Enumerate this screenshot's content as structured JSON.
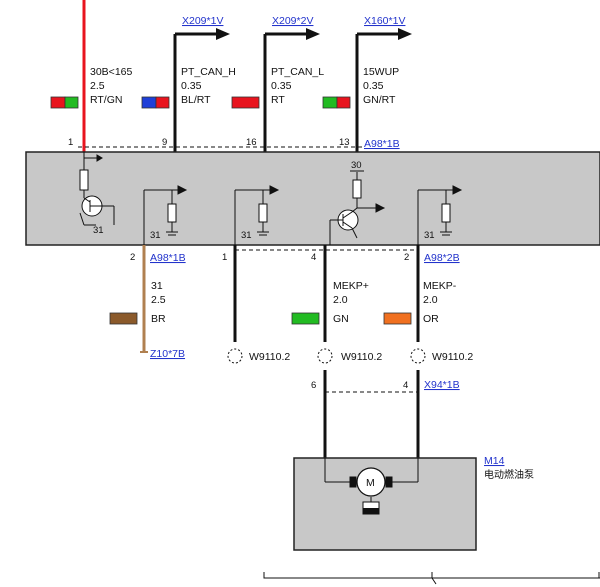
{
  "colors": {
    "module_fill": "#c8c8c8",
    "wire_red": "#e8141e",
    "wire_black": "#111111",
    "wire_brown": "#b08050",
    "link": "#2233cc",
    "swatch_red": "#e8141e",
    "swatch_green": "#22bb22",
    "swatch_blue": "#1f3fd8",
    "swatch_brown": "#8b5a2b",
    "swatch_orange": "#f07020"
  },
  "top_signals": {
    "x209_1v": "X209*1V",
    "x209_2v": "X209*2V",
    "x160_1v": "X160*1V"
  },
  "wires_top": [
    {
      "name": "30B<165",
      "size": "2.5",
      "color": "RT/GN"
    },
    {
      "name": "PT_CAN_H",
      "size": "0.35",
      "color": "BL/RT"
    },
    {
      "name": "PT_CAN_L",
      "size": "0.35",
      "color": "RT"
    },
    {
      "name": "15WUP",
      "size": "0.35",
      "color": "GN/RT"
    }
  ],
  "top_pins": {
    "p1": "1",
    "p9": "9",
    "p16": "16",
    "p13": "13",
    "connector": "A98*1B"
  },
  "module": {
    "pin_30": "30",
    "ground_a": "31",
    "ground_b": "31",
    "ground_c": "31",
    "ground_d": "31"
  },
  "bottom_pins": {
    "p2a": "2",
    "conn_a": "A98*1B",
    "p1": "1",
    "p4": "4",
    "p2b": "2",
    "conn_b": "A98*2B"
  },
  "wires_bottom": [
    {
      "name": "31",
      "size": "2.5",
      "color": "BR"
    },
    {
      "name": "MEKP+",
      "size": "2.0",
      "color": "GN"
    },
    {
      "name": "MEKP-",
      "size": "2.0",
      "color": "OR"
    }
  ],
  "ground_link": "Z10*7B",
  "splices": {
    "s1": "W9110.2",
    "s2": "W9110.2",
    "s3": "W9110.2"
  },
  "pump_pins": {
    "p6": "6",
    "p4": "4",
    "connector": "X94*1B"
  },
  "component": {
    "id": "M14",
    "name": "电动燃油泵",
    "motor_symbol": "M"
  }
}
